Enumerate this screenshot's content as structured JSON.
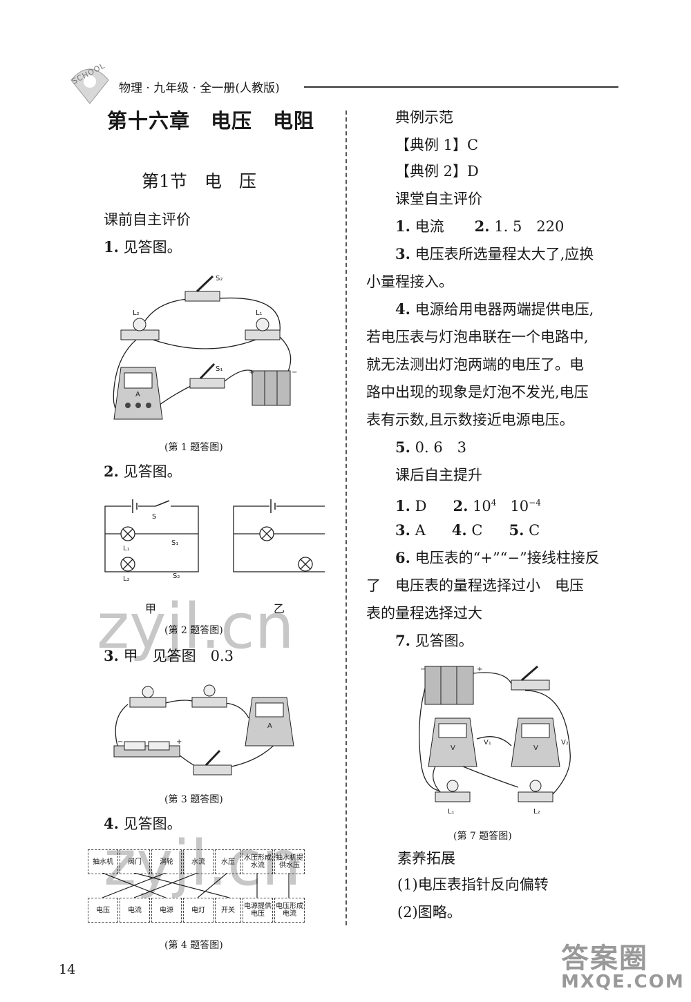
{
  "header": {
    "logo_text": "SCHOOL",
    "title": "物理 · 九年级 · 全一册(人教版)"
  },
  "chapter_title": "第十六章　电压　电阻",
  "section_title": "第1节　电　压",
  "left": {
    "pre_class_heading": "课前自主评价",
    "q1": {
      "num": "1.",
      "text": " 见答图。"
    },
    "fig1": {
      "caption": "(第 1 题答图)",
      "labels": {
        "s2": "S₂",
        "l2": "L₂",
        "l1": "L₁",
        "s1": "S₁",
        "a": "A",
        "plus": "+",
        "minus": "−"
      }
    },
    "q2": {
      "num": "2.",
      "text": " 见答图。"
    },
    "fig2": {
      "caption": "(第 2 题答图)",
      "jia": "甲",
      "yi": "乙",
      "labels": {
        "s": "S",
        "l1": "L₁",
        "s1": "S₁",
        "l2": "L₂",
        "s2": "S₂"
      }
    },
    "q3": {
      "num": "3.",
      "text": " 甲　见答图　0.3"
    },
    "fig3": {
      "caption": "(第 3 题答图)",
      "a": "A",
      "plus": "+",
      "minus": "−"
    },
    "q4": {
      "num": "4.",
      "text": " 见答图。"
    },
    "fig4": {
      "caption": "(第 4 题答图)",
      "top_row": [
        "抽水机",
        "阀门",
        "涡轮",
        "水流",
        "水压",
        "水压形成水流",
        "抽水机提供水压"
      ],
      "bottom_row": [
        "电压",
        "电流",
        "电源",
        "电灯",
        "开关",
        "电源提供电压",
        "电压形成电流"
      ]
    }
  },
  "right": {
    "example_heading": "典例示范",
    "example1": "【典例 1】C",
    "example2": "【典例 2】D",
    "in_class_heading": "课堂自主评价",
    "r1": {
      "n1": "1.",
      "a1": " 电流",
      "n2": "2.",
      "a2": " 1. 5　220"
    },
    "r3": {
      "num": "3.",
      "line1": " 电压表所选量程太大了,应换",
      "line2": "小量程接入。"
    },
    "r4": {
      "num": "4.",
      "line1": " 电源给用电器两端提供电压,",
      "line2": "若电压表与灯泡串联在一个电路中,",
      "line3": "就无法测出灯泡两端的电压了。电",
      "line4": "路中出现的现象是灯泡不发光,电压",
      "line5": "表有示数,且示数接近电源电压。"
    },
    "r5": {
      "num": "5.",
      "text": " 0. 6　3"
    },
    "after_class_heading": "课后自主提升",
    "a1": {
      "n1": "1.",
      "v1": " D",
      "n2": "2.",
      "base1": " 10",
      "exp1": "4",
      "base2": "10",
      "exp2": "−4"
    },
    "a3": {
      "n3": "3.",
      "v3": " A",
      "n4": "4.",
      "v4": " C",
      "n5": "5.",
      "v5": " C"
    },
    "a6": {
      "num": "6.",
      "line1": " 电压表的“+”“−”接线柱接反",
      "line2": "了　电压表的量程选择过小　电压",
      "line3": "表的量程选择过大"
    },
    "a7": {
      "num": "7.",
      "text": " 见答图。"
    },
    "fig7": {
      "caption": "(第 7 题答图)",
      "labels": {
        "v": "V",
        "v1": "V₁",
        "v2": "V₂",
        "l1": "L₁",
        "l2": "L₂",
        "plus": "+",
        "minus": "−"
      }
    },
    "literacy_heading": "素养拓展",
    "lit1": "(1)电压表指针反向偏转",
    "lit2": "(2)图略。"
  },
  "page_number": "14",
  "watermarks": {
    "mid": "zyjl.cn",
    "lower": "zyjl.cn",
    "corner_top": "答案圈",
    "corner_bottom": "MXQE.COM"
  }
}
